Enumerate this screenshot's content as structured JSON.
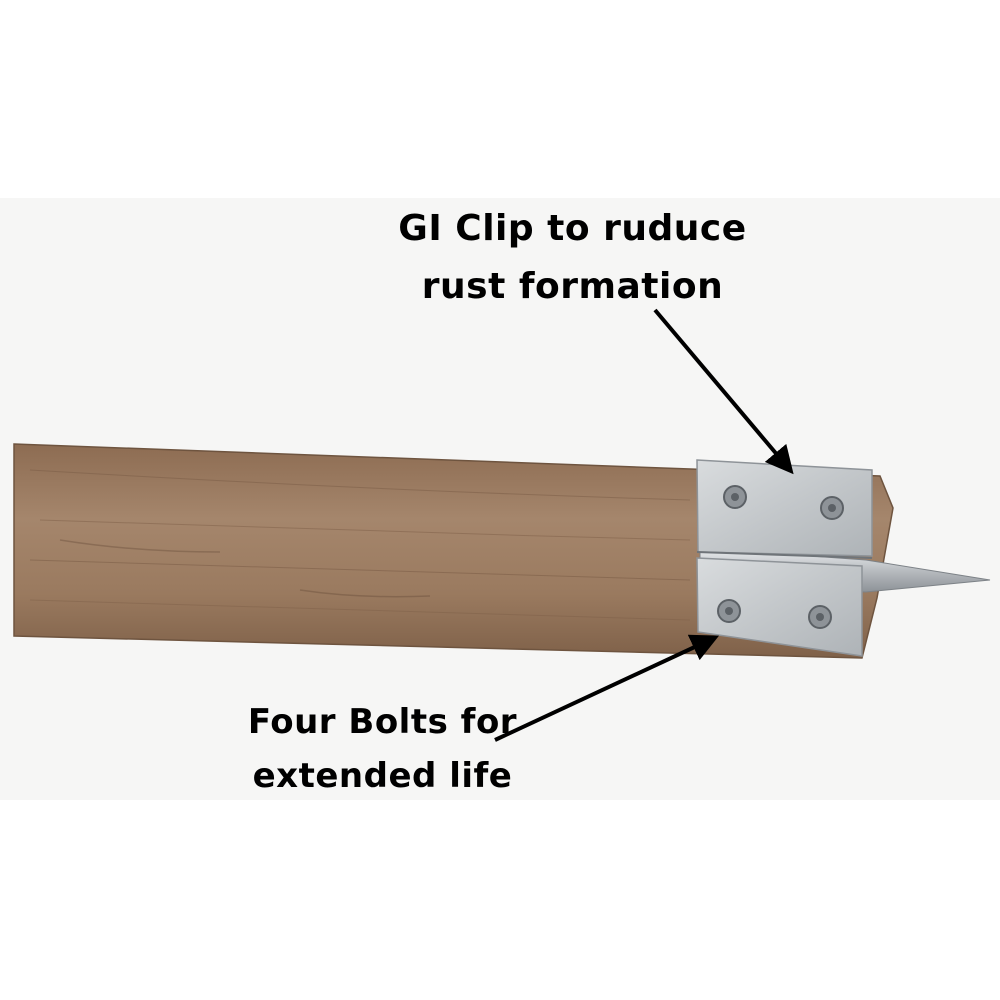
{
  "annotations": {
    "clip_label": "GI Clip to ruduce rust formation",
    "bolts_label": "Four Bolts for extended life"
  },
  "colors": {
    "wood": "#9b7a60",
    "wood_dark": "#7e6149",
    "clip": "#c8cccf",
    "bolt": "#8e9398",
    "blade": "#c4c7ca",
    "text": "#000000"
  },
  "icons": {
    "clip": "gi-clip-plate",
    "bolt": "hex-bolt",
    "blade": "steel-blade"
  }
}
